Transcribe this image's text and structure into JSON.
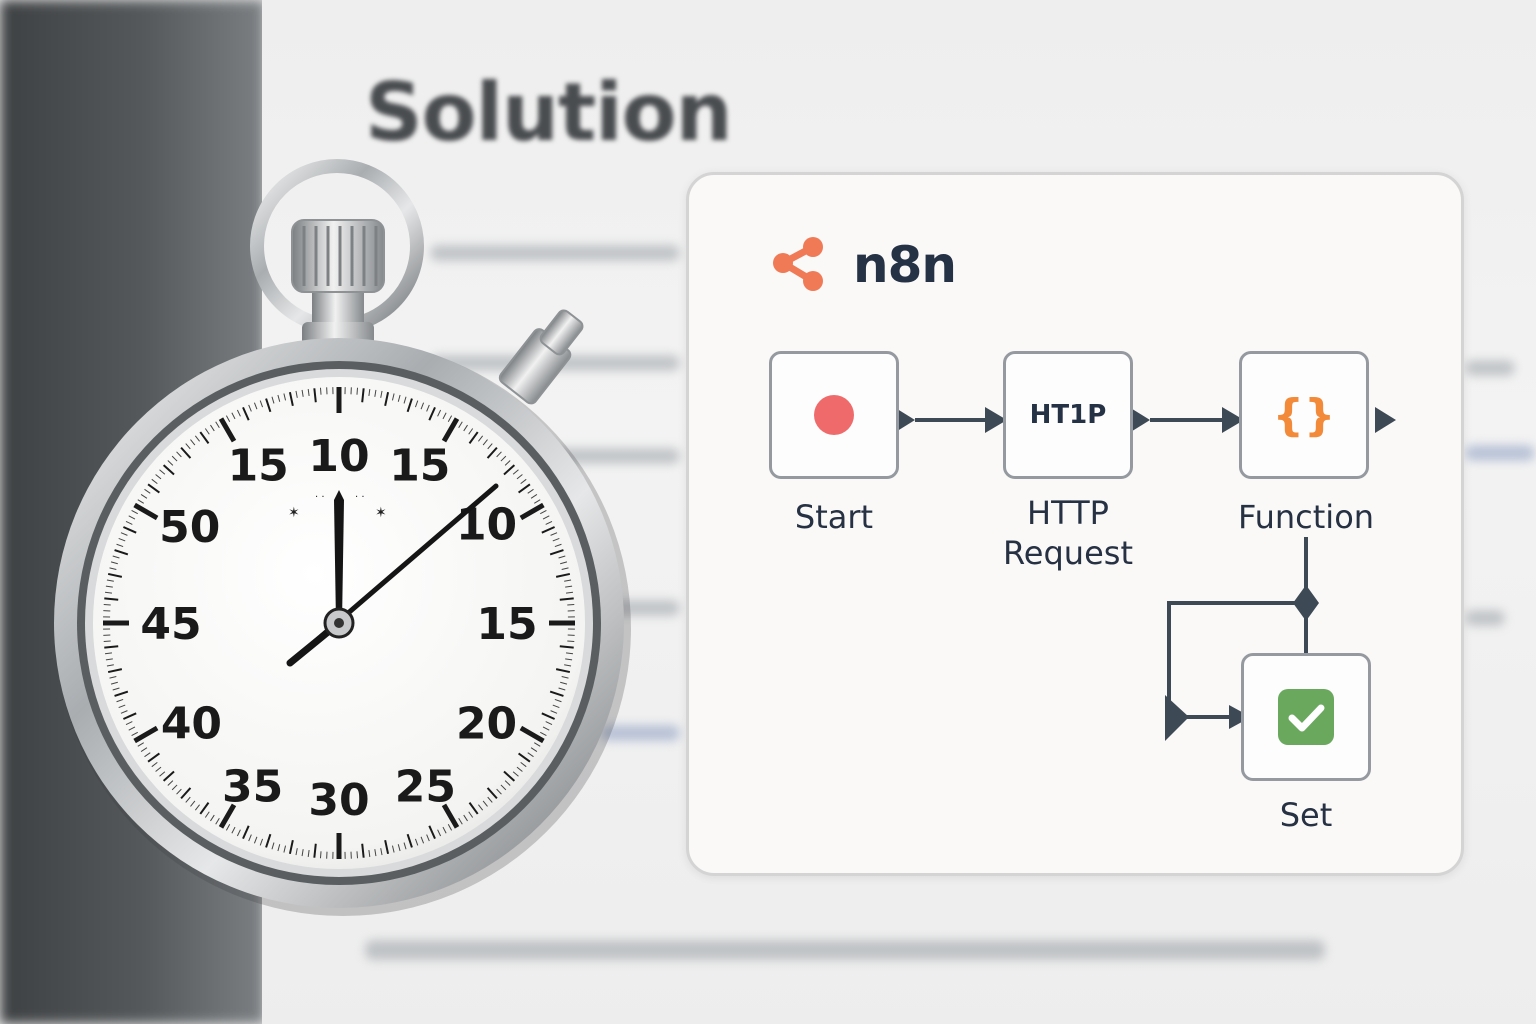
{
  "background": {
    "heading": "Solution"
  },
  "workflow": {
    "brand_name": "n8n",
    "brand_color": "#f07a55",
    "nodes": [
      {
        "id": "start",
        "label": "Start",
        "icon": "record-dot-icon",
        "icon_color": "#ef6b6b"
      },
      {
        "id": "http",
        "label": "HTTP\nRequest",
        "icon_text": "HT1P",
        "icon_color": "#253246"
      },
      {
        "id": "function",
        "label": "Function",
        "icon_text": "{}",
        "icon_color": "#f28a3a"
      },
      {
        "id": "set",
        "label": "Set",
        "icon": "check-icon",
        "icon_color": "#6aa85e"
      }
    ]
  },
  "stopwatch": {
    "outer_labels": [
      "10",
      "15",
      "10",
      "15",
      "20",
      "25",
      "30",
      "35",
      "40",
      "45",
      "50",
      "15"
    ]
  }
}
